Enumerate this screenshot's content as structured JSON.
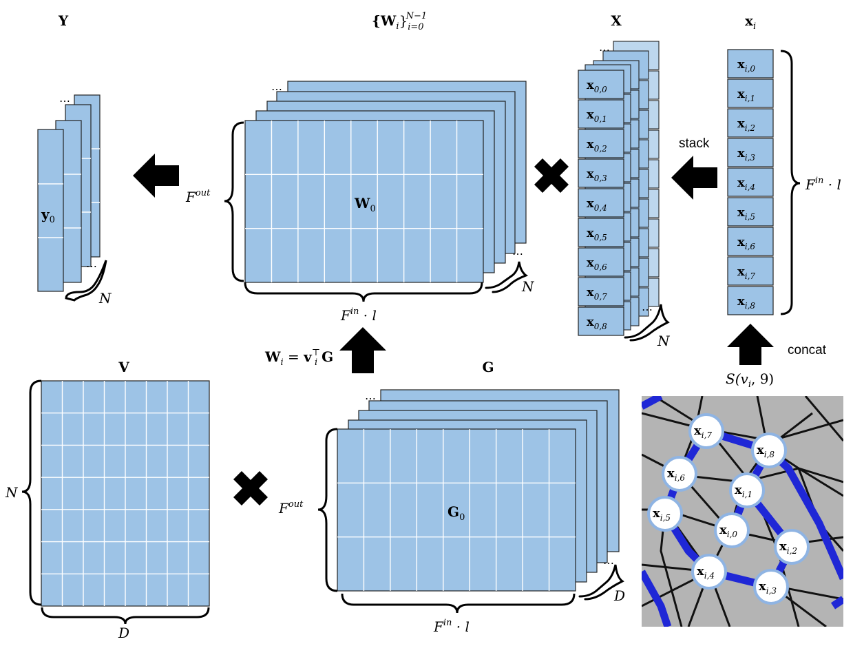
{
  "colors": {
    "cell_fill": "#9dc3e6",
    "light_cell_fill": "#bdd7ee",
    "stroke": "#222222",
    "grid_line": "#ffffff",
    "arrow": "#000000",
    "mesh_bg": "#b4b4b4",
    "mesh_edge": "#111111",
    "mesh_highlight": "#1f27d6",
    "node_fill": "#ffffff",
    "node_ring": "#8fb4e3"
  },
  "icons": [
    "arrow-left-icon",
    "arrow-up-icon",
    "multiply-icon",
    "brace-icon"
  ],
  "labels": {
    "Y": {
      "base": "Y"
    },
    "W_set": {
      "base": "{W",
      "sub": "i",
      "close": "}",
      "sub2": "i=0",
      "sup": "N−1"
    },
    "X": {
      "base": "X"
    },
    "x_i": {
      "base": "x",
      "sub": "i"
    },
    "y0": {
      "base": "y",
      "sub": "0"
    },
    "W0": {
      "base": "W",
      "sub": "0"
    },
    "G0": {
      "base": "G",
      "sub": "0"
    },
    "V": {
      "base": "V"
    },
    "G": {
      "base": "G"
    },
    "stack": "stack",
    "concat": "concat",
    "ellipsis": "⋯",
    "N": "N",
    "D": "D",
    "F_out": {
      "base": "F",
      "sup": "out"
    },
    "F_in_l": {
      "base": "F",
      "sup": "in",
      "rest": " · l"
    },
    "eq": {
      "w": "W",
      "wsub": "i",
      "eq": " = ",
      "v": "v",
      "vsup": "⊤",
      "vsub": "i",
      "g": "G"
    },
    "S": {
      "pre": "S(v",
      "sub": "i",
      "post": ", 9)"
    }
  },
  "x0_cells": [
    "0,0",
    "0,1",
    "0,2",
    "0,3",
    "0,4",
    "0,5",
    "0,6",
    "0,7",
    "0,8"
  ],
  "xi_cells": [
    "i,0",
    "i,1",
    "i,2",
    "i,3",
    "i,4",
    "i,5",
    "i,6",
    "i,7",
    "i,8"
  ],
  "mesh_nodes": [
    "i,7",
    "i,8",
    "i,6",
    "i,1",
    "i,5",
    "i,0",
    "i,2",
    "i,4",
    "i,3"
  ]
}
